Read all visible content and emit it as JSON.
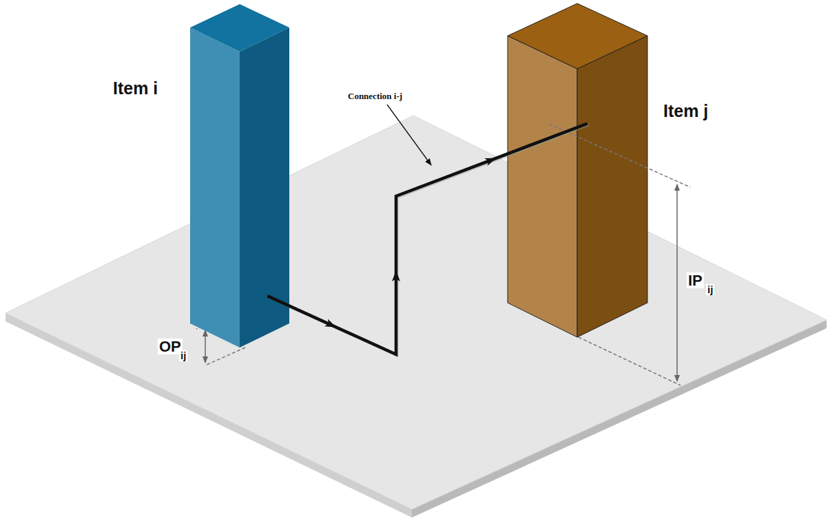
{
  "diagram": {
    "nodes": [
      {
        "text": [
          "Item i"
        ]
      },
      {
        "text": [
          "Item j"
        ]
      }
    ],
    "edges": [
      {
        "from": 0,
        "to": 1,
        "arrow": "to",
        "label": "Connection i-j"
      }
    ],
    "labels": [
      "OP",
      "ij",
      "IP",
      "ij"
    ]
  }
}
